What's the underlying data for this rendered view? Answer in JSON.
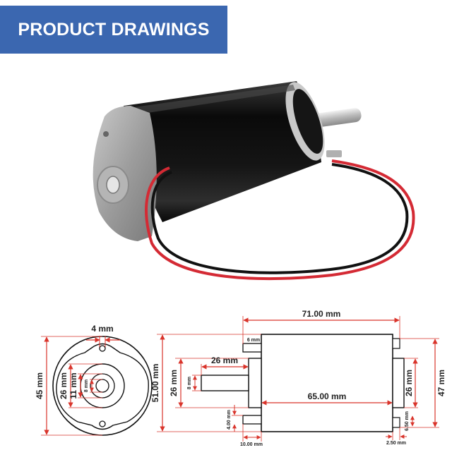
{
  "banner": {
    "title": "PRODUCT DRAWINGS"
  },
  "colors": {
    "banner_bg": "#3b67b0",
    "dimension_line": "#d9342b",
    "outline": "#111111",
    "motor_body": "#0b0b0b",
    "wire_red": "#d42a34",
    "wire_black": "#111111"
  },
  "photo": {
    "subject": "dc-motor",
    "wires": [
      "red",
      "black"
    ]
  },
  "front_view": {
    "top_hole": "4 mm",
    "outer_diameter": "45 mm",
    "boss_diameter": "26 mm",
    "inner_diameter": "11 mm",
    "shaft_diameter": "8 mm"
  },
  "side_view": {
    "total_length": "71.00 mm",
    "body_length": "65.00 mm",
    "body_diameter": "51.00 mm",
    "shaft_length": "26 mm",
    "boss_left": "26 mm",
    "shaft_dia": "8 mm",
    "screw_top": "6 mm",
    "screw_len": "4.00 mm",
    "screw_offset": "10.00 mm",
    "rear_boss": "26 mm",
    "rear_height": "47 mm",
    "rear_depth": "6.50 mm",
    "rear_cap": "2.50 mm"
  }
}
